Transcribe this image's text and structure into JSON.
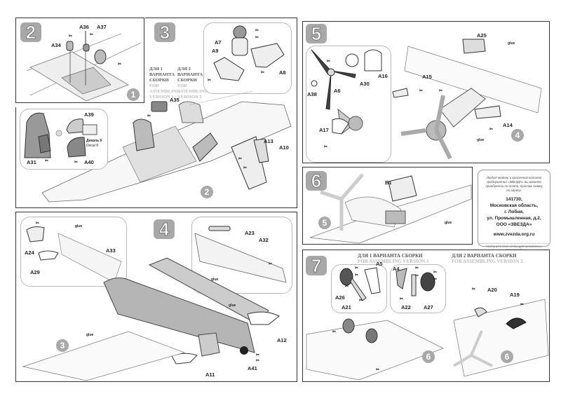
{
  "document": {
    "type": "model kit assembly instructions",
    "colors": {
      "step_badge": "#a8a8a8",
      "part_fill": "#b5b5b5",
      "line": "#333333"
    }
  },
  "steps": {
    "s2": {
      "number": "2",
      "ref_step": "1",
      "parts": [
        "A34",
        "A36",
        "A37"
      ]
    },
    "s3": {
      "number": "3",
      "ref_step": "2",
      "parts": [
        "A7",
        "A9",
        "A8",
        "A35",
        "A39",
        "A31",
        "A40",
        "A13",
        "A10"
      ],
      "decal_ru": "Деколь 9",
      "decal_en": "Decal 9",
      "version1_ru": [
        "ДЛЯ 1",
        "ВАРИАНТА",
        "СБОРКИ"
      ],
      "version1_en": [
        "FOR",
        "ASSEMBLING",
        "VERSION 1"
      ],
      "version2_ru": [
        "ДЛЯ 2",
        "ВАРИАНТА",
        "СБОРКИ"
      ],
      "version2_en": [
        "FOR",
        "ASSEMBLING",
        "VERSION 2"
      ]
    },
    "s4": {
      "number": "4",
      "ref_step": "3",
      "parts": [
        "A24",
        "A29",
        "A33",
        "A23",
        "A32",
        "A12",
        "A41",
        "A11"
      ]
    },
    "s5": {
      "number": "5",
      "ref_step": "4",
      "parts": [
        "A38",
        "A6",
        "A30",
        "A16",
        "A17",
        "A25",
        "A15",
        "A14"
      ]
    },
    "s6": {
      "number": "6",
      "ref_step": "5",
      "parts": [
        "B1"
      ]
    },
    "s7": {
      "number": "7",
      "ref_step": "6",
      "version1_header_ru": "ДЛЯ 1 ВАРИАНТА СБОРКИ",
      "version1_header_en": "FOR ASSEMBLING VERSION 1",
      "version2_header_ru": "ДЛЯ 2 ВАРИАНТА СБОРКИ",
      "version2_header_en": "FOR ASSEMBLING VERSION 2",
      "parts": [
        "A26",
        "A21",
        "A5",
        "A4",
        "A22",
        "A27",
        "A20",
        "A19"
      ]
    }
  },
  "glue_symbol": "✂",
  "burst_label": "glue",
  "coupon": {
    "intro": "Любые модели и красочный каталог предприятия «ЗВЕЗДА» вы можете приобрести по почте, прислав заявку по адресу:",
    "address": [
      "141730,",
      "Московская область,",
      "г. Лобня,",
      "ул. Промышленная, д.2,",
      "ООО «ЗВЕЗДА»"
    ],
    "website": "www.zvezda.org.ru",
    "footer": "СОХРАНИТЕ ЭТОТ КУПОН ДЛЯ ВОЗМОЖНЫХ ОБРАЩЕНИЙ"
  }
}
